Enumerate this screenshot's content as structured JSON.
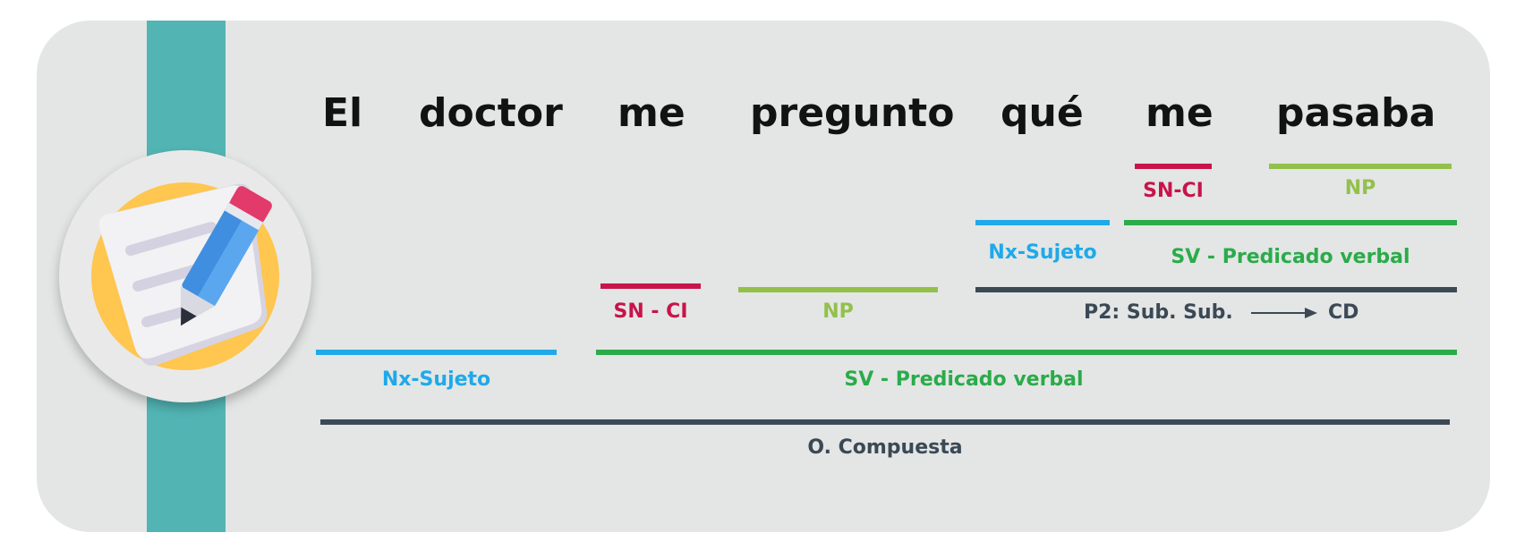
{
  "sentence": {
    "words": [
      "El",
      "doctor",
      "me",
      "pregunto",
      "qué",
      "me",
      "pasaba"
    ]
  },
  "analysis": {
    "sub_me_label": "SN-CI",
    "sub_pasaba_label": "NP",
    "sub_subject_label": "Nx-Sujeto",
    "sub_predicate_label": "SV - Predicado verbal",
    "sub_clause_label": "P2: Sub. Sub.",
    "sub_clause_function": "CD",
    "main_me_label": "SN - CI",
    "main_verb_label": "NP",
    "main_subject_label": "Nx-Sujeto",
    "main_predicate_label": "SV - Predicado verbal",
    "sentence_type_label": "O. Compuesta"
  },
  "colors": {
    "subject": "#1fa9ea",
    "indirect_object": "#c8144a",
    "verb_nucleus": "#93c04a",
    "predicate": "#2bab4a",
    "clause": "#3b4955",
    "accent_strip": "#52b5b4"
  },
  "icon": "notes-pencil-icon"
}
